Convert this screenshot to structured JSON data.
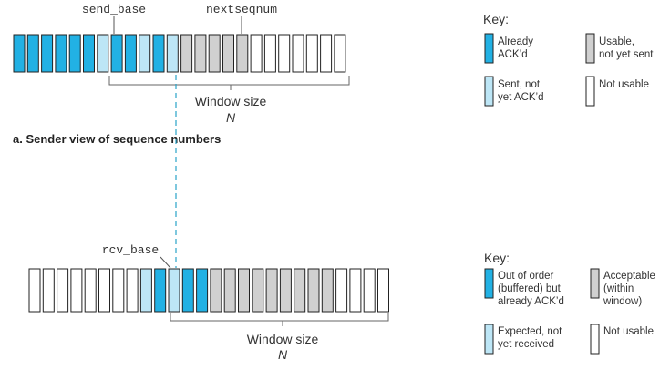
{
  "colors": {
    "acked": "#22b1e4",
    "sent_not_acked": "#bde6f6",
    "usable": "#d0d0d0",
    "not_usable": "#ffffff",
    "stroke": "#222222",
    "dashed": "#2aa3c8"
  },
  "sender": {
    "send_base_label": "send_base",
    "nextseqnum_label": "nextseqnum",
    "window_label": "Window size",
    "window_var": "N",
    "caption": "a. Sender view of sequence numbers",
    "cells": [
      "acked",
      "acked",
      "acked",
      "acked",
      "acked",
      "acked",
      "sent",
      "acked",
      "acked",
      "sent",
      "acked",
      "sent",
      "usable",
      "usable",
      "usable",
      "usable",
      "usable",
      "not",
      "not",
      "not",
      "not",
      "not",
      "not",
      "not"
    ]
  },
  "sender_key": {
    "title": "Key:",
    "items": [
      {
        "state": "acked",
        "label1": "Already",
        "label2": "ACK’d"
      },
      {
        "state": "usable",
        "label1": "Usable,",
        "label2": "not yet sent"
      },
      {
        "state": "sent",
        "label1": "Sent, not",
        "label2": "yet ACK’d"
      },
      {
        "state": "not",
        "label1": "Not usable",
        "label2": ""
      }
    ]
  },
  "receiver": {
    "rcv_base_label": "rcv_base",
    "window_label": "Window size",
    "window_var": "N",
    "cells": [
      "not",
      "not",
      "not",
      "not",
      "not",
      "not",
      "not",
      "not",
      "expected",
      "acked",
      "expected",
      "acked",
      "acked",
      "usable",
      "usable",
      "usable",
      "usable",
      "usable",
      "usable",
      "usable",
      "usable",
      "usable",
      "not",
      "not",
      "not",
      "not"
    ]
  },
  "receiver_key": {
    "title": "Key:",
    "items": [
      {
        "state": "acked",
        "label1": "Out of order",
        "label2": "(buffered) but",
        "label3": "already ACK’d"
      },
      {
        "state": "usable",
        "label1": "Acceptable",
        "label2": "(within",
        "label3": "window)"
      },
      {
        "state": "expected",
        "label1": "Expected, not",
        "label2": "yet received",
        "label3": ""
      },
      {
        "state": "not",
        "label1": "Not usable",
        "label2": "",
        "label3": ""
      }
    ]
  }
}
